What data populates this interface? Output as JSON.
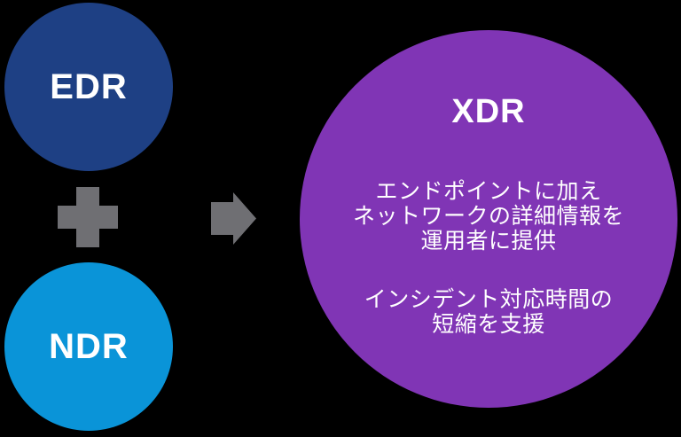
{
  "diagram": {
    "left_column": {
      "edr": {
        "label": "EDR"
      },
      "operator": "plus",
      "ndr": {
        "label": "NDR"
      }
    },
    "connector": "arrow-right",
    "xdr": {
      "title": "XDR",
      "paragraphs": [
        {
          "lines": [
            "エンドポイントに加え",
            "ネットワークの詳細情報を",
            "運用者に提供"
          ]
        },
        {
          "lines": [
            "インシデント対応時間の",
            "短縮を支援"
          ]
        }
      ]
    }
  },
  "colors": {
    "background": "#000000",
    "edr_circle": "#1e4084",
    "ndr_circle": "#0a94d8",
    "xdr_circle": "#8035b5",
    "operator_gray": "#6f6f73",
    "text": "#ffffff"
  }
}
